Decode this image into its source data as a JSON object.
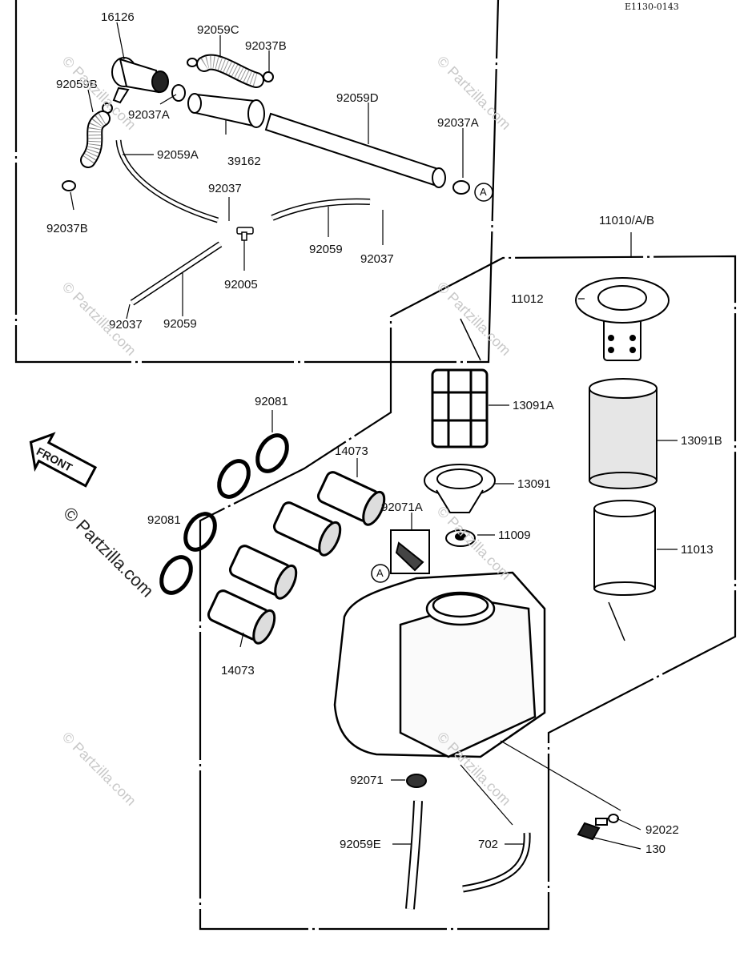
{
  "diagram_code": "E1130-0143",
  "front_label": "FRONT",
  "watermark": "© Partzilla.com",
  "callout_letter": "A",
  "parts": {
    "p16126": "16126",
    "p92059C": "92059C",
    "p92037B_top": "92037B",
    "p92059B": "92059B",
    "p92037A_left": "92037A",
    "p92059D": "92059D",
    "p92037A_right": "92037A",
    "p92059A": "92059A",
    "p39162": "39162",
    "p92037B_bottom": "92037B",
    "p92037_a": "92037",
    "p92059_right": "92059",
    "p92037_b": "92037",
    "p92005": "92005",
    "p92037_c": "92037",
    "p92059_left": "92059",
    "p11010": "11010/A/B",
    "p11012": "11012",
    "p13091A": "13091A",
    "p13091B": "13091B",
    "p13091": "13091",
    "p11009": "11009",
    "p11013": "11013",
    "p92081_top": "92081",
    "p92081_left": "92081",
    "p14073_top": "14073",
    "p14073_bottom": "14073",
    "p92071A": "92071A",
    "p92071": "92071",
    "p92059E": "92059E",
    "p702": "702",
    "p92022": "92022",
    "p130": "130"
  }
}
